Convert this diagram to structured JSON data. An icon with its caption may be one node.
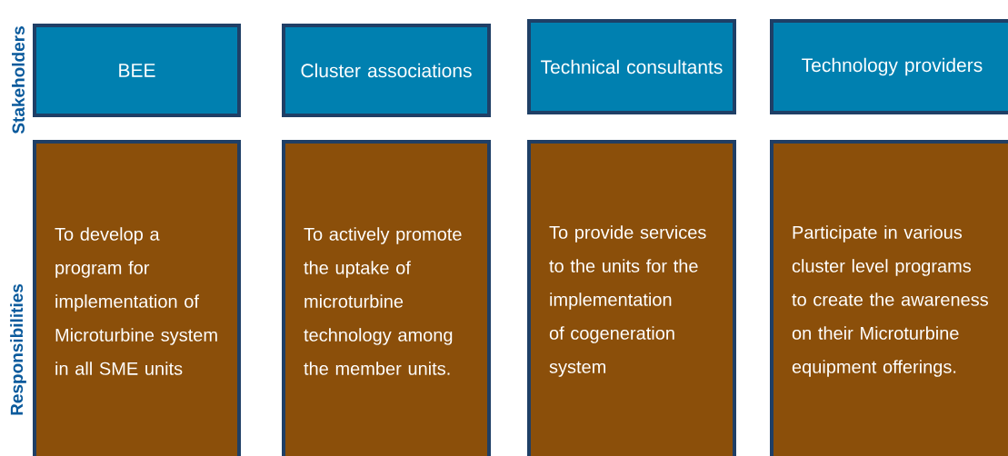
{
  "diagram": {
    "nodes": [
      {
        "text": [
          "BEE"
        ]
      },
      {
        "text": [
          "Cluster associations"
        ]
      },
      {
        "text": [
          "Technical consultants"
        ]
      },
      {
        "text": [
          "Technology providers"
        ]
      },
      {
        "text": [
          "To develop a program for implementation of Microturbine system in all SME units"
        ]
      },
      {
        "text": [
          "To actively promote the uptake of microturbine technology among the member units."
        ]
      },
      {
        "text": [
          "To provide services to the units for the implementation of cogeneration system"
        ]
      },
      {
        "text": [
          "Participate in various cluster level programs to create the awareness on their Microturbine equipment offerings."
        ]
      }
    ],
    "labels": [
      "Stakeholders",
      "Responsibilities"
    ]
  }
}
